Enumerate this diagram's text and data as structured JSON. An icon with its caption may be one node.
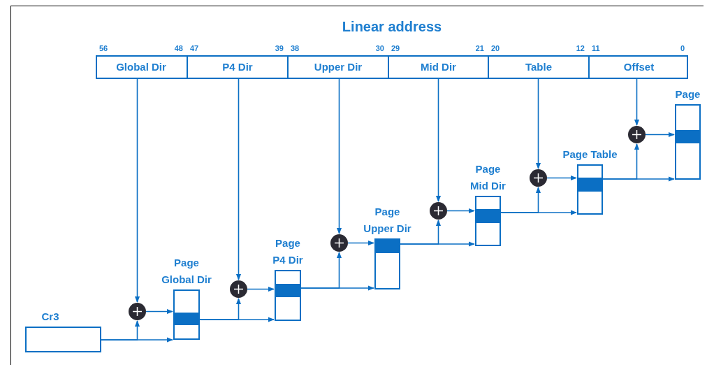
{
  "diagram": {
    "nodes": [
      {
        "text": [
          "Linear address"
        ]
      },
      {
        "text": [
          "Global Dir"
        ],
        "in": 0
      },
      {
        "text": [
          "P4 Dir"
        ],
        "in": 0
      },
      {
        "text": [
          "Upper Dir"
        ],
        "in": 0
      },
      {
        "text": [
          "Mid Dir"
        ],
        "in": 0
      },
      {
        "text": [
          "Table"
        ],
        "in": 0
      },
      {
        "text": [
          "Offset"
        ],
        "in": 0
      },
      {
        "text": [
          "Cr3"
        ]
      },
      {
        "text": [],
        "shape": "circle"
      },
      {
        "text": [],
        "shape": "circle"
      },
      {
        "text": [],
        "shape": "circle"
      },
      {
        "text": [],
        "shape": "circle"
      },
      {
        "text": [],
        "shape": "circle"
      },
      {
        "text": [],
        "shape": "circle"
      },
      {
        "text": [
          "Page Global Dir"
        ]
      },
      {
        "text": [
          "Page P4 Dir"
        ]
      },
      {
        "text": [
          "Page Upper Dir"
        ]
      },
      {
        "text": [
          "Page Mid Dir"
        ]
      },
      {
        "text": [
          "Page Table"
        ]
      },
      {
        "text": [
          "Page"
        ]
      }
    ],
    "edges": [
      {
        "from": 1,
        "to": 8,
        "arrow": "to"
      },
      {
        "from": 2,
        "to": 9,
        "arrow": "to"
      },
      {
        "from": 3,
        "to": 10,
        "arrow": "to"
      },
      {
        "from": 4,
        "to": 11,
        "arrow": "to"
      },
      {
        "from": 5,
        "to": 12,
        "arrow": "to"
      },
      {
        "from": 6,
        "to": 13,
        "arrow": "to"
      },
      {
        "from": 7,
        "to": 8,
        "arrow": "to"
      },
      {
        "from": 7,
        "to": 14,
        "arrow": "to"
      },
      {
        "from": 8,
        "to": 14,
        "arrow": "to"
      },
      {
        "from": 14,
        "to": 9,
        "arrow": "to"
      },
      {
        "from": 14,
        "to": 15,
        "arrow": "to"
      },
      {
        "from": 9,
        "to": 15,
        "arrow": "to"
      },
      {
        "from": 15,
        "to": 10,
        "arrow": "to"
      },
      {
        "from": 15,
        "to": 16,
        "arrow": "to"
      },
      {
        "from": 10,
        "to": 16,
        "arrow": "to"
      },
      {
        "from": 16,
        "to": 11,
        "arrow": "to"
      },
      {
        "from": 16,
        "to": 17,
        "arrow": "to"
      },
      {
        "from": 11,
        "to": 17,
        "arrow": "to"
      },
      {
        "from": 17,
        "to": 12,
        "arrow": "to"
      },
      {
        "from": 17,
        "to": 18,
        "arrow": "to"
      },
      {
        "from": 12,
        "to": 18,
        "arrow": "to"
      },
      {
        "from": 18,
        "to": 13,
        "arrow": "to"
      },
      {
        "from": 18,
        "to": 19,
        "arrow": "to"
      },
      {
        "from": 13,
        "to": 19,
        "arrow": "to"
      }
    ],
    "labels": [
      "56",
      "48",
      "47",
      "39",
      "38",
      "30",
      "29",
      "21",
      "20",
      "12",
      "11",
      "0"
    ]
  }
}
